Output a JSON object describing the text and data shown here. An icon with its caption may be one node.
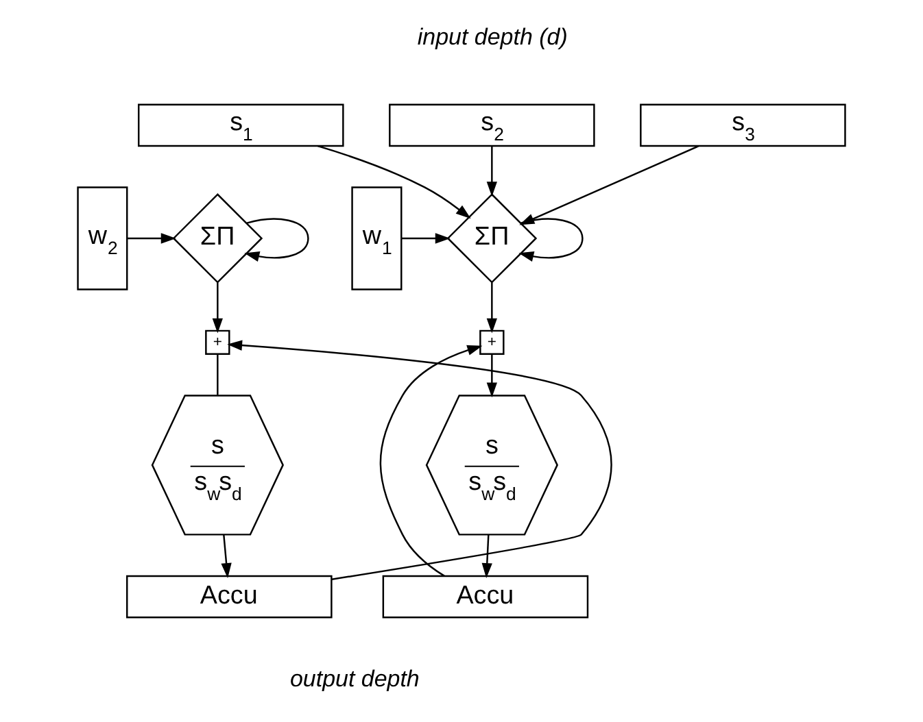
{
  "diagram": {
    "nodes": [
      {
        "text": [
          "s$_{1}$"
        ]
      },
      {
        "text": [
          "s$_{2}$"
        ]
      },
      {
        "text": [
          "s$_{3}$"
        ]
      },
      {
        "text": [
          "w$_{1}$"
        ]
      },
      {
        "text": [
          "ΣΠ"
        ]
      },
      {
        "text": [
          "w$_{2}$"
        ]
      },
      {
        "text": [
          "ΣΠ"
        ]
      },
      {
        "text": [
          "+"
        ]
      },
      {
        "text": [
          "+"
        ]
      },
      {
        "text": [
          "s",
          "s$_{w}$s$_{d}$"
        ]
      },
      {
        "text": [
          "s",
          "s$_{w}$s$_{d}$"
        ]
      },
      {
        "text": [
          "Accu"
        ]
      },
      {
        "text": [
          "Accu"
        ]
      }
    ],
    "edges": [
      {
        "from": 0,
        "to": 4,
        "arrow": "to"
      },
      {
        "from": 1,
        "to": 4,
        "arrow": "to"
      },
      {
        "from": 2,
        "to": 4,
        "arrow": "to"
      },
      {
        "from": 3,
        "to": 4,
        "arrow": "to"
      },
      {
        "from": 4,
        "to": 4,
        "arrow": "to"
      },
      {
        "from": 5,
        "to": 6,
        "arrow": "to"
      },
      {
        "from": 6,
        "to": 6,
        "arrow": "to"
      },
      {
        "from": 4,
        "to": 7,
        "arrow": "to"
      },
      {
        "from": 6,
        "to": 8,
        "arrow": "to"
      },
      {
        "from": 7,
        "to": 9,
        "arrow": "to"
      },
      {
        "from": 8,
        "to": 10,
        "arrow": "none"
      },
      {
        "from": 9,
        "to": 11,
        "arrow": "to"
      },
      {
        "from": 10,
        "to": 12,
        "arrow": "to"
      },
      {
        "from": 11,
        "to": 7,
        "arrow": "to"
      },
      {
        "from": 12,
        "to": 8,
        "arrow": "to"
      }
    ],
    "labels": [
      "input depth (d)",
      "output depth"
    ]
  }
}
